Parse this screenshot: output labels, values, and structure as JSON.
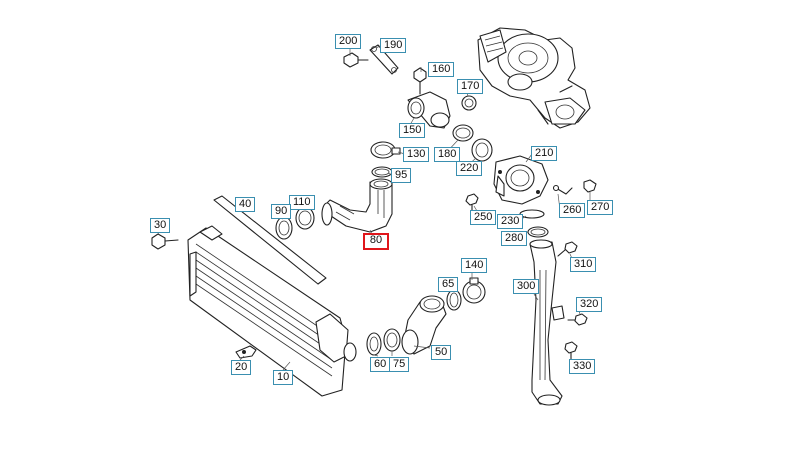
{
  "diagram": {
    "labels": [
      {
        "key": "l200",
        "text": "200"
      },
      {
        "key": "l190",
        "text": "190"
      },
      {
        "key": "l160",
        "text": "160"
      },
      {
        "key": "l170",
        "text": "170"
      },
      {
        "key": "l150",
        "text": "150"
      },
      {
        "key": "l130",
        "text": "130"
      },
      {
        "key": "l180",
        "text": "180"
      },
      {
        "key": "l210",
        "text": "210"
      },
      {
        "key": "l220",
        "text": "220"
      },
      {
        "key": "l95",
        "text": "95"
      },
      {
        "key": "l250",
        "text": "250"
      },
      {
        "key": "l230",
        "text": "230"
      },
      {
        "key": "l260",
        "text": "260"
      },
      {
        "key": "l270",
        "text": "270"
      },
      {
        "key": "l40",
        "text": "40"
      },
      {
        "key": "l110",
        "text": "110"
      },
      {
        "key": "l90",
        "text": "90"
      },
      {
        "key": "l30",
        "text": "30"
      },
      {
        "key": "l80",
        "text": "80",
        "selected": true
      },
      {
        "key": "l280",
        "text": "280"
      },
      {
        "key": "l310",
        "text": "310"
      },
      {
        "key": "l140",
        "text": "140"
      },
      {
        "key": "l65",
        "text": "65"
      },
      {
        "key": "l300",
        "text": "300"
      },
      {
        "key": "l320",
        "text": "320"
      },
      {
        "key": "l50",
        "text": "50"
      },
      {
        "key": "l60",
        "text": "60"
      },
      {
        "key": "l75",
        "text": "75"
      },
      {
        "key": "l330",
        "text": "330"
      },
      {
        "key": "l20",
        "text": "20"
      },
      {
        "key": "l10",
        "text": "10"
      }
    ],
    "selected_color": "#e0161b",
    "label_border_color": "#3a8fb0"
  }
}
